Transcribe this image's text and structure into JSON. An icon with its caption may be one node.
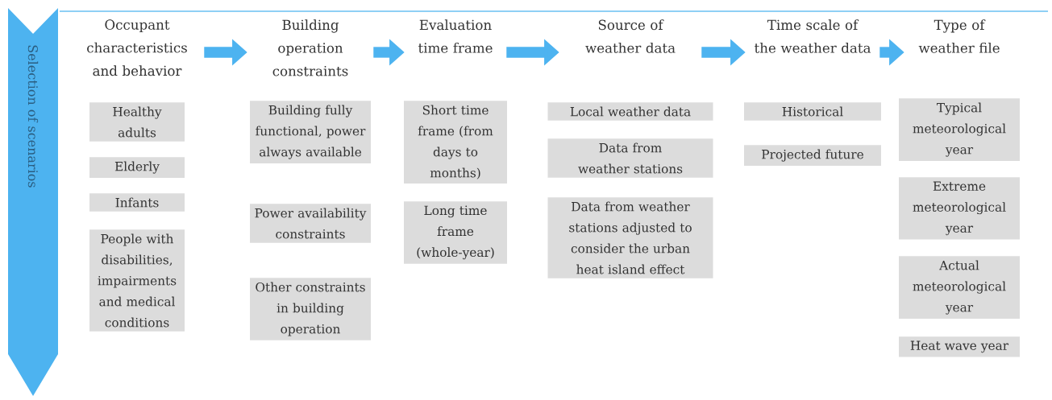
{
  "diagram": {
    "nodes": [
      {
        "text": [
          "Selection of scenarios"
        ]
      },
      {
        "text": [
          "Occupant characteristics and behavior"
        ]
      },
      {
        "text": [
          "Healthy adults"
        ]
      },
      {
        "text": [
          "Elderly"
        ]
      },
      {
        "text": [
          "Infants"
        ]
      },
      {
        "text": [
          "People with disabilities, impairments and medical conditions"
        ]
      },
      {
        "text": [
          "Building operation constraints"
        ]
      },
      {
        "text": [
          "Building fully functional, power always available"
        ]
      },
      {
        "text": [
          "Power availability constraints"
        ]
      },
      {
        "text": [
          "Other constraints in building operation"
        ]
      },
      {
        "text": [
          "Evaluation time frame"
        ]
      },
      {
        "text": [
          "Short time frame (from days to months)"
        ]
      },
      {
        "text": [
          "Long time frame (whole-year)"
        ]
      },
      {
        "text": [
          "Source of weather data"
        ]
      },
      {
        "text": [
          "Local weather data"
        ]
      },
      {
        "text": [
          "Data from weather stations"
        ]
      },
      {
        "text": [
          "Data from weather stations adjusted to consider the urban heat island effect"
        ]
      },
      {
        "text": [
          "Time scale of the weather data"
        ]
      },
      {
        "text": [
          "Historical"
        ]
      },
      {
        "text": [
          "Projected future"
        ]
      },
      {
        "text": [
          "Type of weather file"
        ]
      },
      {
        "text": [
          "Typical meteorological year"
        ]
      },
      {
        "text": [
          "Extreme meteorological year"
        ]
      },
      {
        "text": [
          "Actual meteorological year"
        ]
      },
      {
        "text": [
          "Heat wave year"
        ]
      }
    ],
    "edges": [
      {
        "from": 1,
        "to": 6,
        "arrow": "to"
      },
      {
        "from": 6,
        "to": 10,
        "arrow": "to"
      },
      {
        "from": 10,
        "to": 13,
        "arrow": "to"
      },
      {
        "from": 13,
        "to": 17,
        "arrow": "to"
      },
      {
        "from": 17,
        "to": 20,
        "arrow": "to"
      }
    ]
  }
}
